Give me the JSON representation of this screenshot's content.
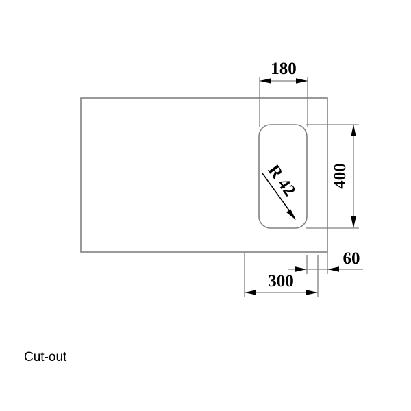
{
  "drawing": {
    "caption": "Cut-out",
    "dimensions": {
      "cutout_width": "180",
      "cutout_height": "400",
      "offset_left": "300",
      "offset_right": "60",
      "corner_radius": "R 42"
    },
    "colors": {
      "outline": "#808080",
      "dimension": "#808080",
      "text": "#000000",
      "background": "#ffffff"
    }
  }
}
